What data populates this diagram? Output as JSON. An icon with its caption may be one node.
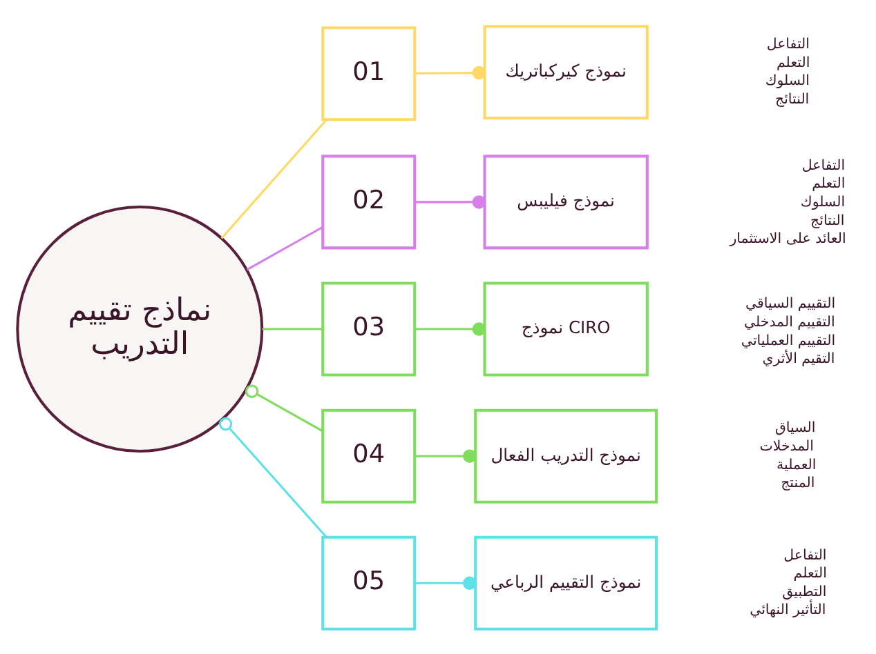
{
  "diagram": {
    "nodes": [
      {
        "text": [
          "نماذج تقييم التدريب"
        ]
      },
      {
        "text": [
          "01"
        ]
      },
      {
        "text": [
          "02"
        ]
      },
      {
        "text": [
          "03"
        ]
      },
      {
        "text": [
          "04"
        ]
      },
      {
        "text": [
          "05"
        ]
      },
      {
        "text": [
          "نموذج كيركباتريك"
        ],
        "beside": [
          "التفاعل",
          "التعلم",
          "السلوك",
          "النتائج"
        ]
      },
      {
        "text": [
          "نموذج فيليبس"
        ],
        "beside": [
          "التفاعل",
          "التعلم",
          "السلوك",
          "النتائج",
          "العائد على الاستثمار"
        ]
      },
      {
        "text": [
          "نموذج CIRO"
        ],
        "beside": [
          "التقييم السياقي",
          "التقييم المدخلي",
          "التقييم العملياتي",
          "التقيم الأثري"
        ]
      },
      {
        "text": [
          "نموذج التدريب الفعال"
        ],
        "beside": [
          "السياق",
          "المدخلات",
          "العملية",
          "المنتج"
        ]
      },
      {
        "text": [
          "نموذج التقييم الرباعي"
        ],
        "beside": [
          "التفاعل",
          "التعلم",
          "التطبيق",
          "التأثير النهائي"
        ]
      }
    ],
    "edges": [
      {
        "from": 0,
        "to": 1,
        "arrow": "none",
        "color": "#ffd966"
      },
      {
        "from": 0,
        "to": 2,
        "arrow": "none",
        "color": "#d77fe8"
      },
      {
        "from": 0,
        "to": 3,
        "arrow": "none",
        "color": "#7fdc5c"
      },
      {
        "from": 0,
        "to": 4,
        "arrow": "other",
        "color": "#7fdc5c"
      },
      {
        "from": 0,
        "to": 5,
        "arrow": "other",
        "color": "#5ee0e8"
      },
      {
        "from": 1,
        "to": 6,
        "arrow": "other",
        "color": "#ffd966"
      },
      {
        "from": 2,
        "to": 7,
        "arrow": "other",
        "color": "#d77fe8"
      },
      {
        "from": 3,
        "to": 8,
        "arrow": "other",
        "color": "#7fdc5c"
      },
      {
        "from": 4,
        "to": 9,
        "arrow": "other",
        "color": "#7fdc5c"
      },
      {
        "from": 5,
        "to": 10,
        "arrow": "other",
        "color": "#5ee0e8"
      }
    ]
  }
}
